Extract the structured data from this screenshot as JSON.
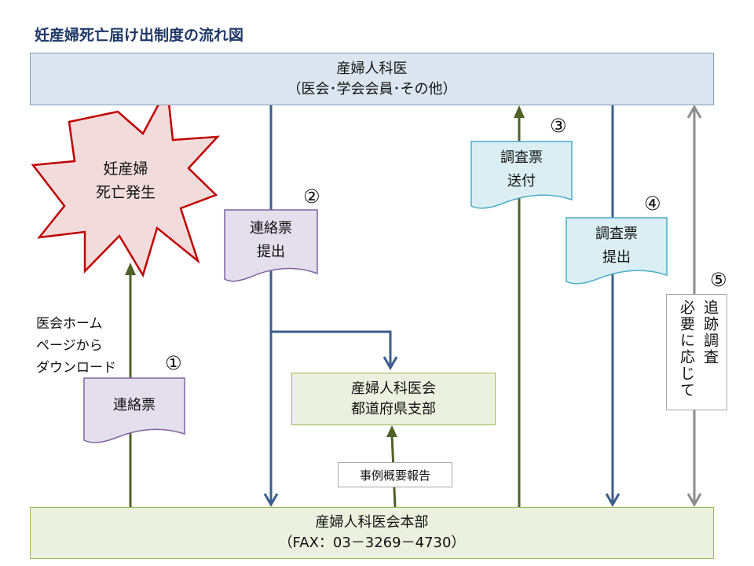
{
  "title": "妊産婦死亡届け出制度の流れ図",
  "top_box": {
    "line1": "産婦人科医",
    "line2": "（医会･学会会員･その他）"
  },
  "bottom_box": {
    "line1": "産婦人科医会本部",
    "line2": "（FAX：03－3269－4730）"
  },
  "event": {
    "line1": "妊産婦",
    "line2": "死亡発生"
  },
  "download_note": {
    "line1": "医会ホーム",
    "line2": "ページから",
    "line3": "ダウンロード"
  },
  "steps": {
    "s1": {
      "number": "①",
      "doc": "連絡票"
    },
    "s2": {
      "number": "②",
      "doc_line1": "連絡票",
      "doc_line2": "提出"
    },
    "s3": {
      "number": "③",
      "doc_line1": "調査票",
      "doc_line2": "送付"
    },
    "s4": {
      "number": "④",
      "doc_line1": "調査票",
      "doc_line2": "提出"
    },
    "s5": {
      "number": "⑤",
      "col1": "追跡調査",
      "col2": "必要に応じて"
    }
  },
  "branch_box": {
    "line1": "産婦人科医会",
    "line2": "都道府県支部"
  },
  "case_report": "事例概要報告",
  "colors": {
    "top_fill": "#dce6f1",
    "bottom_fill": "#ebf1de",
    "doc_purple": "#e4dfec",
    "doc_cyan": "#daeef3",
    "star_fill": "#f2dcdb",
    "star_stroke": "#c00000",
    "arrow_blue": "#3b5e8c",
    "arrow_green": "#4f6228",
    "arrow_gray": "#8c8c8c"
  }
}
